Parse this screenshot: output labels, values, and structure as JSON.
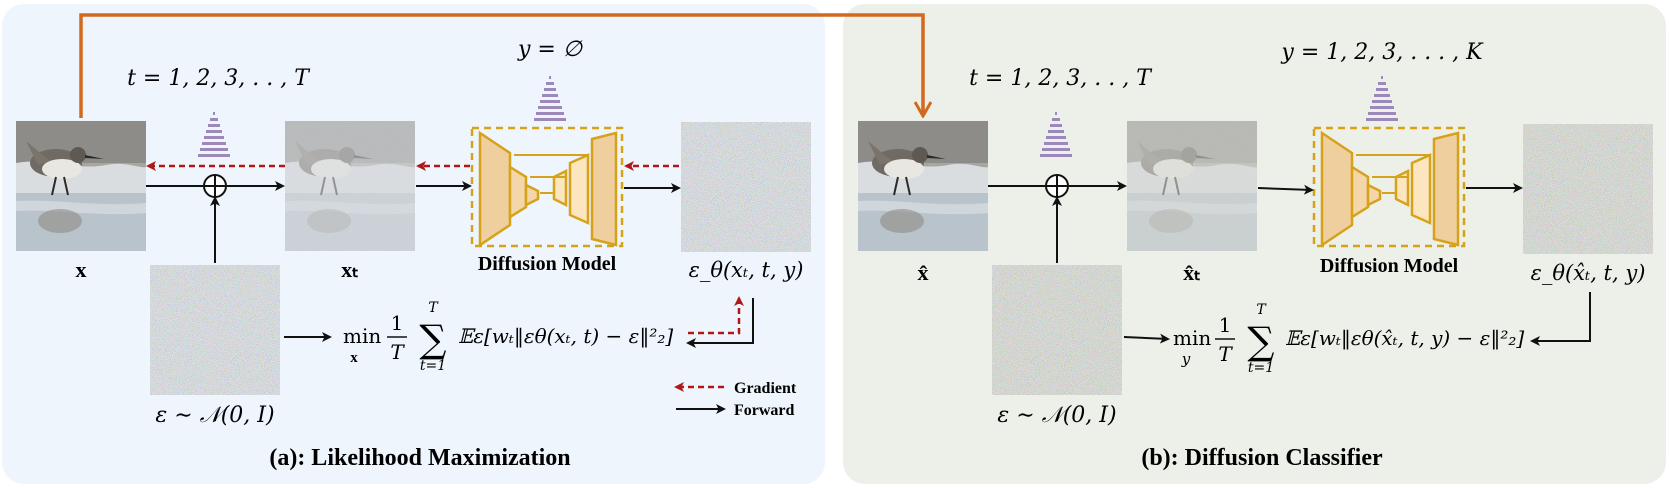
{
  "panel_a": {
    "title": "(a): Likelihood Maximization",
    "t_label": "t = 1, 2, 3, . . , T",
    "y_label": "y = ∅",
    "x_label": "x",
    "xt_label": "xₜ",
    "model_label": "Diffusion Model",
    "eps_theta_label": "ε_θ(xₜ, t, y)",
    "noise_label": "ε ∼ 𝒩(0, I)",
    "objective_min": "min",
    "objective_sub": "x",
    "objective_body": "𝔼ε[wₜ‖εθ(xₜ, t) − ε‖²₂]",
    "legend": {
      "gradient": "Gradient",
      "forward": "Forward"
    }
  },
  "panel_b": {
    "title": "(b): Diffusion Classifier",
    "t_label": "t = 1, 2, 3, . . , T",
    "y_label": "y = 1, 2, 3, . . . , K",
    "x_label": "x̂",
    "xt_label": "x̂ₜ",
    "model_label": "Diffusion Model",
    "eps_theta_label": "ε_θ(x̂ₜ, t, y)",
    "noise_label": "ε ∼ 𝒩(0, I)",
    "objective_min": "min",
    "objective_sub": "y",
    "objective_body": "𝔼ε[wₜ‖εθ(x̂ₜ, t, y) − ε‖²₂]"
  },
  "objective_common": {
    "frac_num": "1",
    "frac_den": "T",
    "sum_top": "T",
    "sum_bottom": "t=1"
  },
  "colors": {
    "panel_a_bg": "#eef5fc",
    "panel_b_bg": "#ecf0e8",
    "model_fill": "#f6d9a8",
    "model_stroke": "#d6a21a",
    "gradient_arrow": "#b01818",
    "forward_arrow": "#111111",
    "top_arrow": "#d2691e",
    "timestep_stack": "#9c88bb"
  }
}
